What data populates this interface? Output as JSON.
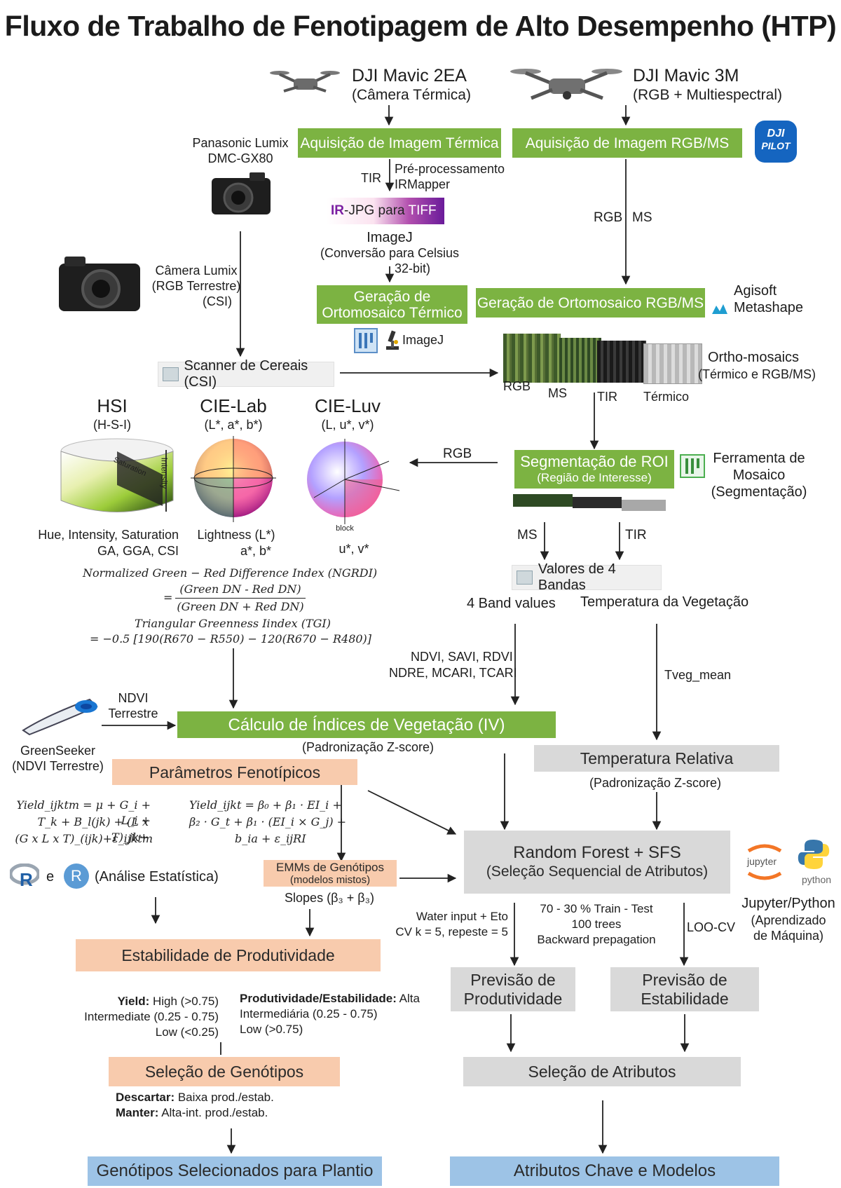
{
  "title": "Fluxo de Trabalho de Fenotipagem de Alto Desempenho (HTP)",
  "drones": {
    "thermal": {
      "name": "DJI Mavic 2EA",
      "sub": "(Câmera Térmica)"
    },
    "rgb": {
      "name": "DJI Mavic 3M",
      "sub": "(RGB + Multiespectral)"
    }
  },
  "dji_pilot": {
    "line1": "DJI",
    "line2": "PILOT"
  },
  "panasonic": {
    "line1": "Panasonic Lumix",
    "line2": "DMC-GX80"
  },
  "lumix_cam": {
    "line1": "Câmera Lumix",
    "line2": "(RGB Terrestre)",
    "line3": "(CSI)"
  },
  "boxes": {
    "acq_thermal": "Aquisição de Imagem Térmica",
    "acq_rgb": "Aquisição de Imagem RGB/MS",
    "ortho_thermal_l1": "Geração de",
    "ortho_thermal_l2": "Ortomosaico Térmico",
    "ortho_rgb": "Geração de Ortomosaico RGB/MS",
    "scanner": "Scanner de Cereais (CSI)",
    "roi_l1": "Segmentação de ROI",
    "roi_l2": "(Região de Interesse)",
    "bands4": "Valores de 4 Bandas",
    "iv": "Cálculo de Índices de Vegetação (IV)",
    "pheno": "Parâmetros Fenotípicos",
    "temp_rel": "Temperatura Relativa",
    "rf_l1": "Random Forest + SFS",
    "rf_l2": "(Seleção Sequencial de Atributos)",
    "emm_l1": "EMMs de Genótipos",
    "emm_l2": "(modelos mistos)",
    "stability": "Estabilidade de Produtividade",
    "prev_prod_l1": "Previsão de",
    "prev_prod_l2": "Produtividade",
    "prev_stab_l1": "Previsão de",
    "prev_stab_l2": "Estabilidade",
    "sel_geno": "Seleção de Genótipos",
    "sel_attr": "Seleção de Atributos",
    "final_geno": "Genótipos Selecionados para Plantio",
    "final_attr": "Atributos Chave e Modelos"
  },
  "labels": {
    "tir": "TIR",
    "preproc_l1": "Pré-processamento",
    "preproc_l2": "IRMapper",
    "irjpg_ir": "IR",
    "irjpg_mid": "-JPG para ",
    "irjpg_tiff": "TIFF",
    "imagej_l1": "ImageJ",
    "imagej_l2": "(Conversão para Celsius",
    "imagej_l3": "32-bit)",
    "imagej_logo": "ImageJ",
    "rgb": "RGB",
    "ms": "MS",
    "agisoft_l1": "Agisoft",
    "agisoft_l2": "Metashape",
    "ortho_l1": "Ortho-mosaics",
    "ortho_l2": "(Térmico e RGB/MS)",
    "ortho_rgb": "RGB",
    "ortho_ms": "MS",
    "ortho_tir": "TIR",
    "ortho_term": "Térmico",
    "rgb_arrow": "RGB",
    "mosaic_tool_l1": "Ferramenta de",
    "mosaic_tool_l2": "Mosaico",
    "mosaic_tool_l3": "(Segmentação)",
    "ms2": "MS",
    "tir2": "TIR",
    "band_values": "4 Band values",
    "veg_temp": "Temperatura da Vegetação",
    "indices_l1": "NDVI, SAVI, RDVI",
    "indices_l2": "NDRE, MCARI, TCARI",
    "tveg": "Tveg_mean",
    "ndvi_l1": "NDVI",
    "ndvi_l2": "Terrestre",
    "greenseeker_l1": "GreenSeeker",
    "greenseeker_l2": "(NDVI Terrestre)",
    "zscore1": "(Padronização Z-score)",
    "zscore2": "(Padronização Z-score)",
    "r_e": "e",
    "r_analysis": "(Análise Estatística)",
    "slopes": "Slopes (β₃ + β₃)",
    "water_l1": "Water input + Eto",
    "water_l2": "CV k = 5, repeste = 5",
    "train_l1": "70 - 30 % Train - Test",
    "train_l2": "100 trees",
    "train_l3": "Backward prepagation",
    "loocv": "LOO-CV",
    "jupyter_name": "Jupyter/Python",
    "jupyter_l2": "(Aprendizado",
    "jupyter_l3": "de Máquina)",
    "jupyter_logo": "jupyter",
    "python_logo": "python",
    "yield_b": "Yield:",
    "yield_l1": " High (>0.75)",
    "yield_l2": "Intermediate (0.25 - 0.75)",
    "yield_l3": "Low (<0.25)",
    "prod_b": "Produtividade/Estabilidade:",
    "prod_l1": " Alta",
    "prod_l2": "Intermediária (0.25 - 0.75)",
    "prod_l3": "Low (>0.75)",
    "discard_b": "Descartar:",
    "discard": " Baixa prod./estab.",
    "keep_b": "Manter:",
    "keep": " Alta-int. prod./estab."
  },
  "color_spaces": {
    "hsi": {
      "title": "HSI",
      "sub": "(H-S-I)",
      "desc_l1": "Hue, Intensity, Saturation",
      "desc_l2": "GA, GGA, CSI",
      "axis_intensity": "Intensity",
      "axis_saturation": "Saturation"
    },
    "lab": {
      "title": "CIE-Lab",
      "sub": "(L*, a*, b*)",
      "desc_l1": "Lightness (L*)",
      "desc_l2": "a*, b*"
    },
    "luv": {
      "title": "CIE-Luv",
      "sub": "(L, u*, v*)",
      "desc_l1": "u*, v*",
      "black_label": "block"
    }
  },
  "formulas": {
    "ngrdi_title": "Normalized Green − Red Difference Index (NGRDI)",
    "ngrdi_num": "(Green DN - Red DN)",
    "ngrdi_den": "(Green DN + Red DN)",
    "tgi_title": "Triangular Greenness Iindex (TGI)",
    "tgi": "= −0.5 [190(R670 − R550) − 120(R670 − R480)]",
    "yield1_l1": "Yield_ijktm = μ + G_i + L_i +",
    "yield1_l2": "T_k + B_l(jk) + (L x T)_jk+",
    "yield1_l3": "(G x L x T)_(ijk)+ε_ijktm",
    "yield2_l1": "Yield_ijkt = β₀ + β₁ · EI_i +",
    "yield2_l2": "β₂ · G_t + β₁ · (EI_i × G_j) +",
    "yield2_l3": "b_ia + ε_ijRI"
  },
  "colors": {
    "green_box": "#7cb342",
    "orange_box": "#f8cbad",
    "gray_box": "#d9d9d9",
    "blue_box": "#9dc3e6",
    "dji_pilot": "#1565c0"
  }
}
